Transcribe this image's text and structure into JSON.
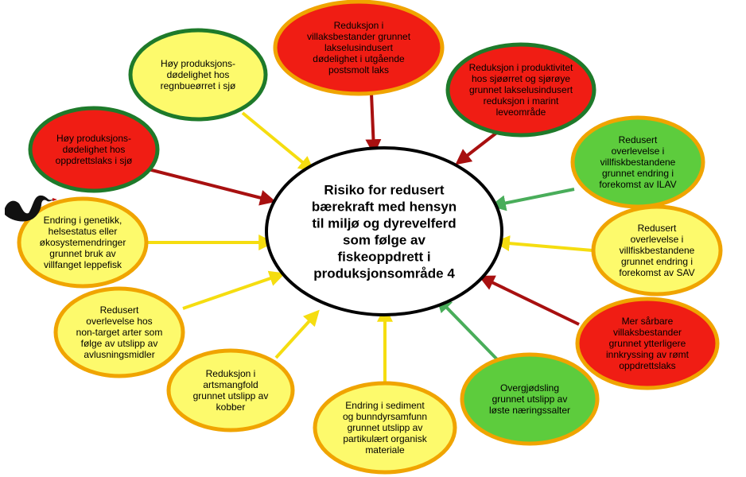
{
  "colors": {
    "red": "#f01d14",
    "yellow": "#fdfa6c",
    "green": "#5dcc3d",
    "border_orange": "#f0a400",
    "border_green": "#1e7a2a",
    "arrow_red": "#a81010",
    "arrow_yellow": "#f5dd10",
    "arrow_green": "#49ad5a",
    "center_fill": "#ffffff",
    "center_stroke": "#000000"
  },
  "center": {
    "lines": [
      "Risiko for redusert",
      "bærekraft med hensyn",
      "til miljø og dyrevelferd",
      "som følge av",
      "fiskeoppdrett i",
      "produksjonsområde 4"
    ]
  },
  "nodes": [
    {
      "id": "hoy-produksjonsdodelighet-regnbueorret",
      "fill": "yellow",
      "border": "green",
      "arrow": "yellow",
      "lines": [
        "Høy produksjons-",
        "dødelighet hos",
        "regnbueørret i sjø"
      ]
    },
    {
      "id": "reduksjon-villaksbestander",
      "fill": "red",
      "border": "orange",
      "arrow": "red",
      "lines": [
        "Reduksjon i",
        "villaksbestander grunnet",
        "lakselusindusert",
        "dødelighet i utgående",
        "postsmolt laks"
      ]
    },
    {
      "id": "reduksjon-produktivitet-sjoorret",
      "fill": "red",
      "border": "green",
      "arrow": "red",
      "lines": [
        "Reduksjon i produktivitet",
        "hos sjøørret og sjørøye",
        "grunnet lakselusindusert",
        "reduksjon i marint",
        "leveområde"
      ]
    },
    {
      "id": "hoy-produksjonsdodelighet-oppdrettslaks",
      "fill": "red",
      "border": "green",
      "arrow": "red",
      "lines": [
        "Høy produksjons-",
        "dødelighet hos",
        "oppdrettslaks i sjø"
      ]
    },
    {
      "id": "redusert-overlevelse-ilav",
      "fill": "green",
      "border": "orange",
      "arrow": "green",
      "lines": [
        "Redusert",
        "overlevelse i",
        "villfiskbestandene",
        "grunnet endring i",
        "forekomst av ILAV"
      ]
    },
    {
      "id": "endring-genetikk-leppefisk",
      "fill": "yellow",
      "border": "orange",
      "arrow": "yellow",
      "lines": [
        "Endring i genetikk,",
        "helsestatus  eller",
        "økosystemendringer",
        "grunnet bruk av",
        "villfanget leppefisk"
      ]
    },
    {
      "id": "redusert-overlevelse-sav",
      "fill": "yellow",
      "border": "orange",
      "arrow": "yellow",
      "lines": [
        "Redusert",
        "overlevelse i",
        "villfiskbestandene",
        "grunnet endring i",
        "forekomst av SAV"
      ]
    },
    {
      "id": "redusert-overlevelse-non-target",
      "fill": "yellow",
      "border": "orange",
      "arrow": "yellow",
      "lines": [
        "Redusert",
        "overlevelse hos",
        "non-target arter som",
        "følge av utslipp av",
        "avlusningsmidler"
      ]
    },
    {
      "id": "mer-sarbare-villaksbestander",
      "fill": "red",
      "border": "orange",
      "arrow": "red",
      "lines": [
        "Mer sårbare",
        "villaksbestander",
        "grunnet ytterligere",
        "innkryssing av rømt",
        "oppdrettslaks"
      ]
    },
    {
      "id": "reduksjon-artsmangfold-kobber",
      "fill": "yellow",
      "border": "orange",
      "arrow": "yellow",
      "lines": [
        "Reduksjon i",
        "artsmangfold",
        "grunnet utslipp av",
        "kobber"
      ]
    },
    {
      "id": "endring-sediment",
      "fill": "yellow",
      "border": "orange",
      "arrow": "yellow",
      "lines": [
        "Endring i sediment",
        "og bunndyrsamfunn",
        "grunnet utslipp av",
        "partikulært organisk",
        "materiale"
      ]
    },
    {
      "id": "overgjodsling",
      "fill": "green",
      "border": "orange",
      "arrow": "green",
      "lines": [
        "Overgjødsling",
        "grunnet utslipp av",
        "løste næringssalter"
      ]
    }
  ],
  "icon": "black-swan-icon"
}
